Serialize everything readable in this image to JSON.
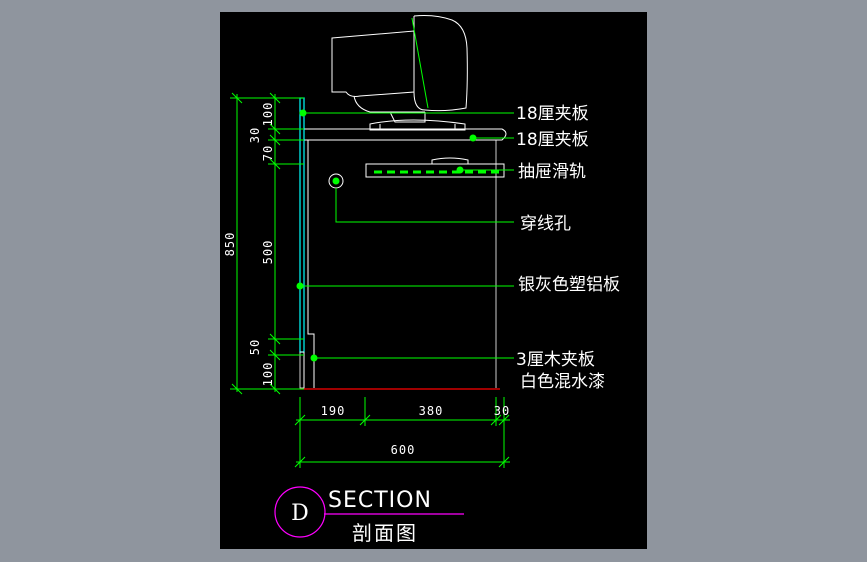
{
  "labels": {
    "plywood_18_top": "18厘夹板",
    "plywood_18_desk": "18厘夹板",
    "drawer_slide": "抽屉滑轨",
    "cable_hole": "穿线孔",
    "aluminum_panel": "银灰色塑铝板",
    "plywood_3": "3厘木夹板",
    "white_paint": "白色混水漆"
  },
  "dimensions": {
    "vertical": {
      "total": "850",
      "seg_100_top": "100",
      "seg_30": "30",
      "seg_70": "70",
      "seg_500": "500",
      "seg_50": "50",
      "seg_100_bottom": "100"
    },
    "horizontal": {
      "seg_190": "190",
      "seg_380": "380",
      "seg_30": "30",
      "total": "600"
    }
  },
  "title": {
    "marker_letter": "D",
    "heading": "SECTION",
    "subheading": "剖面图"
  },
  "colors": {
    "background": "#000000",
    "frame": "#8f959e",
    "line": "#ffffff",
    "dimension": "#00ff00",
    "leader": "#00ff00",
    "aluminum_panel": "#00ffff",
    "floor": "#ff0000",
    "title_marker": "#ff00ff"
  }
}
